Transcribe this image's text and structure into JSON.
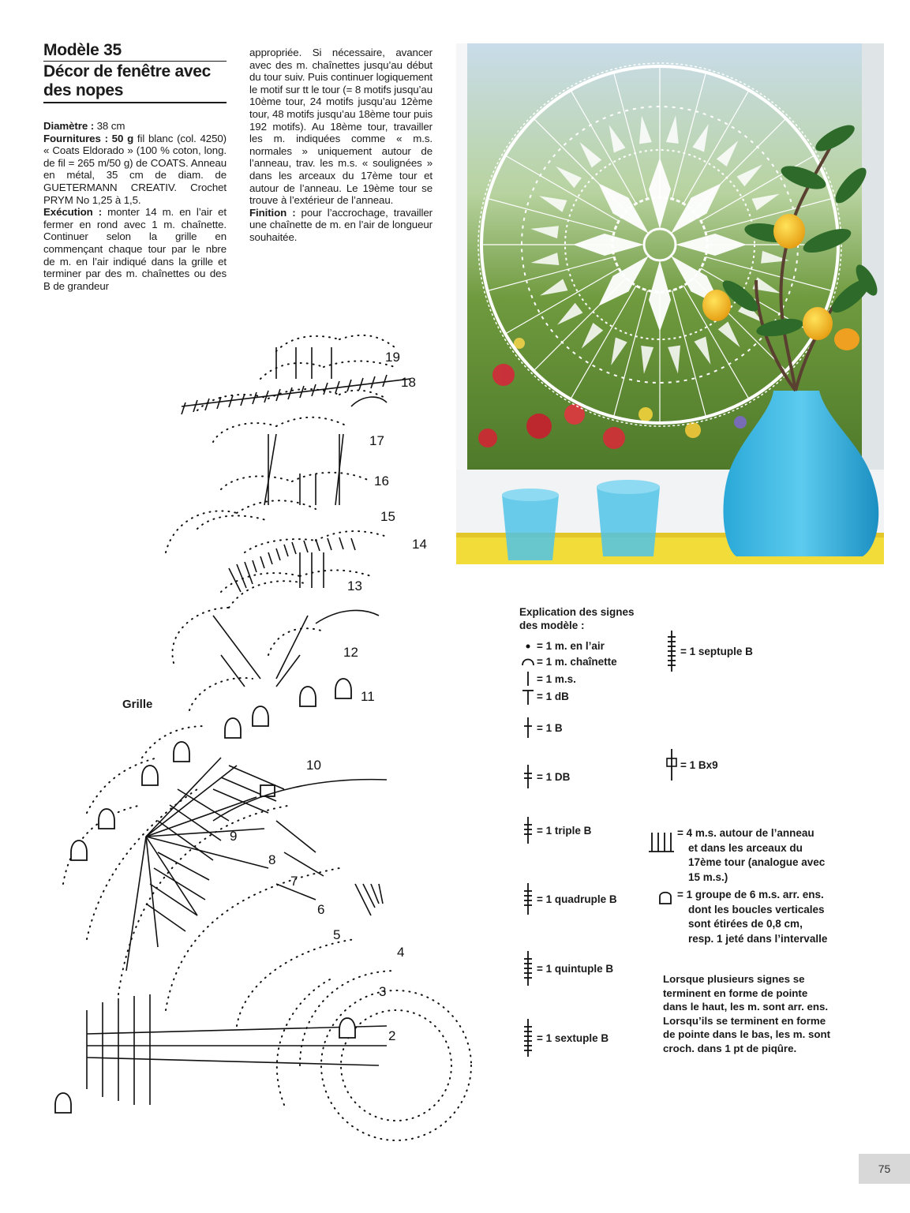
{
  "header": {
    "model_title": "Modèle 35",
    "subtitle_line1": "Décor de fenêtre avec",
    "subtitle_line2": "des nopes"
  },
  "instructions": {
    "diameter_label": "Diamètre :",
    "diameter_value": " 38 cm",
    "supplies_label": "Fournitures : 50 g",
    "supplies_text": " fil blanc (col. 4250) « Coats Eldorado » (100 % coton, long. de fil = 265 m/50 g) de COATS. Anneau en métal, 35 cm de diam. de GUETERMANN CREATIV. Crochet PRYM No 1,25 à 1,5.",
    "execution_label": "Exécution :",
    "execution_text": " monter 14 m. en l’air et fermer en rond avec 1 m. chaînette. Continuer selon la grille en commençant chaque tour par le nbre de m. en l’air indiqué dans la grille et terminer par des m. chaînettes ou des B de grandeur",
    "execution_cont": "appropriée. Si nécessaire, avancer avec des m. chaînettes jusqu’au début du tour suiv. Puis continuer logiquement le motif sur tt le tour (= 8 motifs jusqu’au 10ème tour, 24 motifs jusqu’au 12ème tour, 48 motifs jusqu’au 18ème tour puis 192 motifs). Au 18ème tour, travailler les m. indiquées comme « m.s. normales » uniquement autour de l’anneau, trav. les m.s. « soulignées » dans les arceaux du 17ème tour et autour de l’anneau. Le 19ème tour se trouve à l’extérieur de l’anneau.",
    "finishing_label": "Finition :",
    "finishing_text": " pour l’accrochage, travailler une chaînette de m. en l’air de longueur souhaitée."
  },
  "diagram": {
    "label": "Grille",
    "round_numbers": [
      "19",
      "18",
      "17",
      "16",
      "15",
      "14",
      "13",
      "12",
      "11",
      "10",
      "9",
      "8",
      "7",
      "6",
      "5",
      "4",
      "3",
      "2"
    ]
  },
  "legend": {
    "title_line1": "Explication des signes",
    "title_line2": "des modèle :",
    "items": [
      {
        "label": "= 1 m. en l’air",
        "icon": "dot-icon"
      },
      {
        "label": "= 1 m. chaînette",
        "icon": "arc-icon"
      },
      {
        "label": "= 1 m.s.",
        "icon": "line-icon"
      },
      {
        "label": "= 1 dB",
        "icon": "t-icon"
      },
      {
        "label": "= 1 B",
        "icon": "b-icon"
      },
      {
        "label": "= 1 DB",
        "icon": "db-icon"
      },
      {
        "label": "= 1 triple B",
        "icon": "triple-b-icon"
      },
      {
        "label": "= 1 quadruple B",
        "icon": "quadruple-b-icon"
      },
      {
        "label": "= 1 quintuple B",
        "icon": "quintuple-b-icon"
      },
      {
        "label": "= 1 sextuple B",
        "icon": "sextuple-b-icon"
      },
      {
        "label": "= 1 septuple B",
        "icon": "septuple-b-icon"
      },
      {
        "label": "= 1 Bx9",
        "icon": "bx9-icon"
      }
    ],
    "ring_sc": [
      "= 4 m.s. autour de l’anneau",
      "et dans les arceaux du",
      "17ème tour (analogue avec",
      "15 m.s.)"
    ],
    "nope": [
      "= 1 groupe de 6 m.s. arr. ens.",
      "dont les boucles verticales",
      "sont étirées de 0,8 cm,",
      "resp. 1 jeté dans l’intervalle"
    ],
    "note": "Lorsque plusieurs signes se terminent en forme de pointe dans le haut, les m. sont arr. ens. Lorsqu’ils se terminent en forme de pointe dans le bas, les m. sont croch. dans 1 pt de piqûre."
  },
  "page": {
    "number": "75"
  }
}
